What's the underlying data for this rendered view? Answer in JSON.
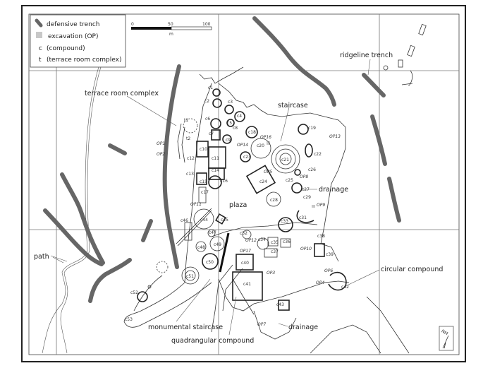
{
  "legend": {
    "items": [
      {
        "symbol": "trench-swatch",
        "label": "defensive trench"
      },
      {
        "symbol": "excavation-swatch",
        "label": "excavation (OP)"
      },
      {
        "symbol": "c",
        "label": "(compound)"
      },
      {
        "symbol": "t",
        "label": "(terrace room complex)"
      }
    ]
  },
  "scale_bar": {
    "ticks": [
      "0",
      "50",
      "100"
    ],
    "unit": "m"
  },
  "north_arrow": {
    "label": "NM"
  },
  "colors": {
    "trench": "#666666",
    "excavation": "#c8c8c8",
    "lines": "#222222"
  },
  "features": [
    "ridgeline trench",
    "terrace room complex",
    "staircase",
    "drainage",
    "plaza",
    "path",
    "circular compound",
    "monumental staircase",
    "quadrangular compound",
    "drainage"
  ],
  "compounds": [
    "c1",
    "c2",
    "c3",
    "c4",
    "c5",
    "c6",
    "c7",
    "c8",
    "c9",
    "c10",
    "c11",
    "c12",
    "c13",
    "c14",
    "c15",
    "c16",
    "c17",
    "c18",
    "c19",
    "c20",
    "c21",
    "c22",
    "c23",
    "c24",
    "c25",
    "c26",
    "c27",
    "c28",
    "c29",
    "c31",
    "c32",
    "c33",
    "c34",
    "c35",
    "c36",
    "c37",
    "c38",
    "c39",
    "c40",
    "c41",
    "c42",
    "c43",
    "c44",
    "c45",
    "c46",
    "c47",
    "c48",
    "c49",
    "c50",
    "c51",
    "c52",
    "c53",
    "t1",
    "t2"
  ],
  "excavations": [
    "OP1",
    "OP2",
    "OP3",
    "OP4",
    "OP5",
    "OP6",
    "OP7",
    "OP8",
    "OP9",
    "OP10",
    "OP11",
    "OP12",
    "OP13",
    "OP14",
    "OP16",
    "OP17"
  ]
}
